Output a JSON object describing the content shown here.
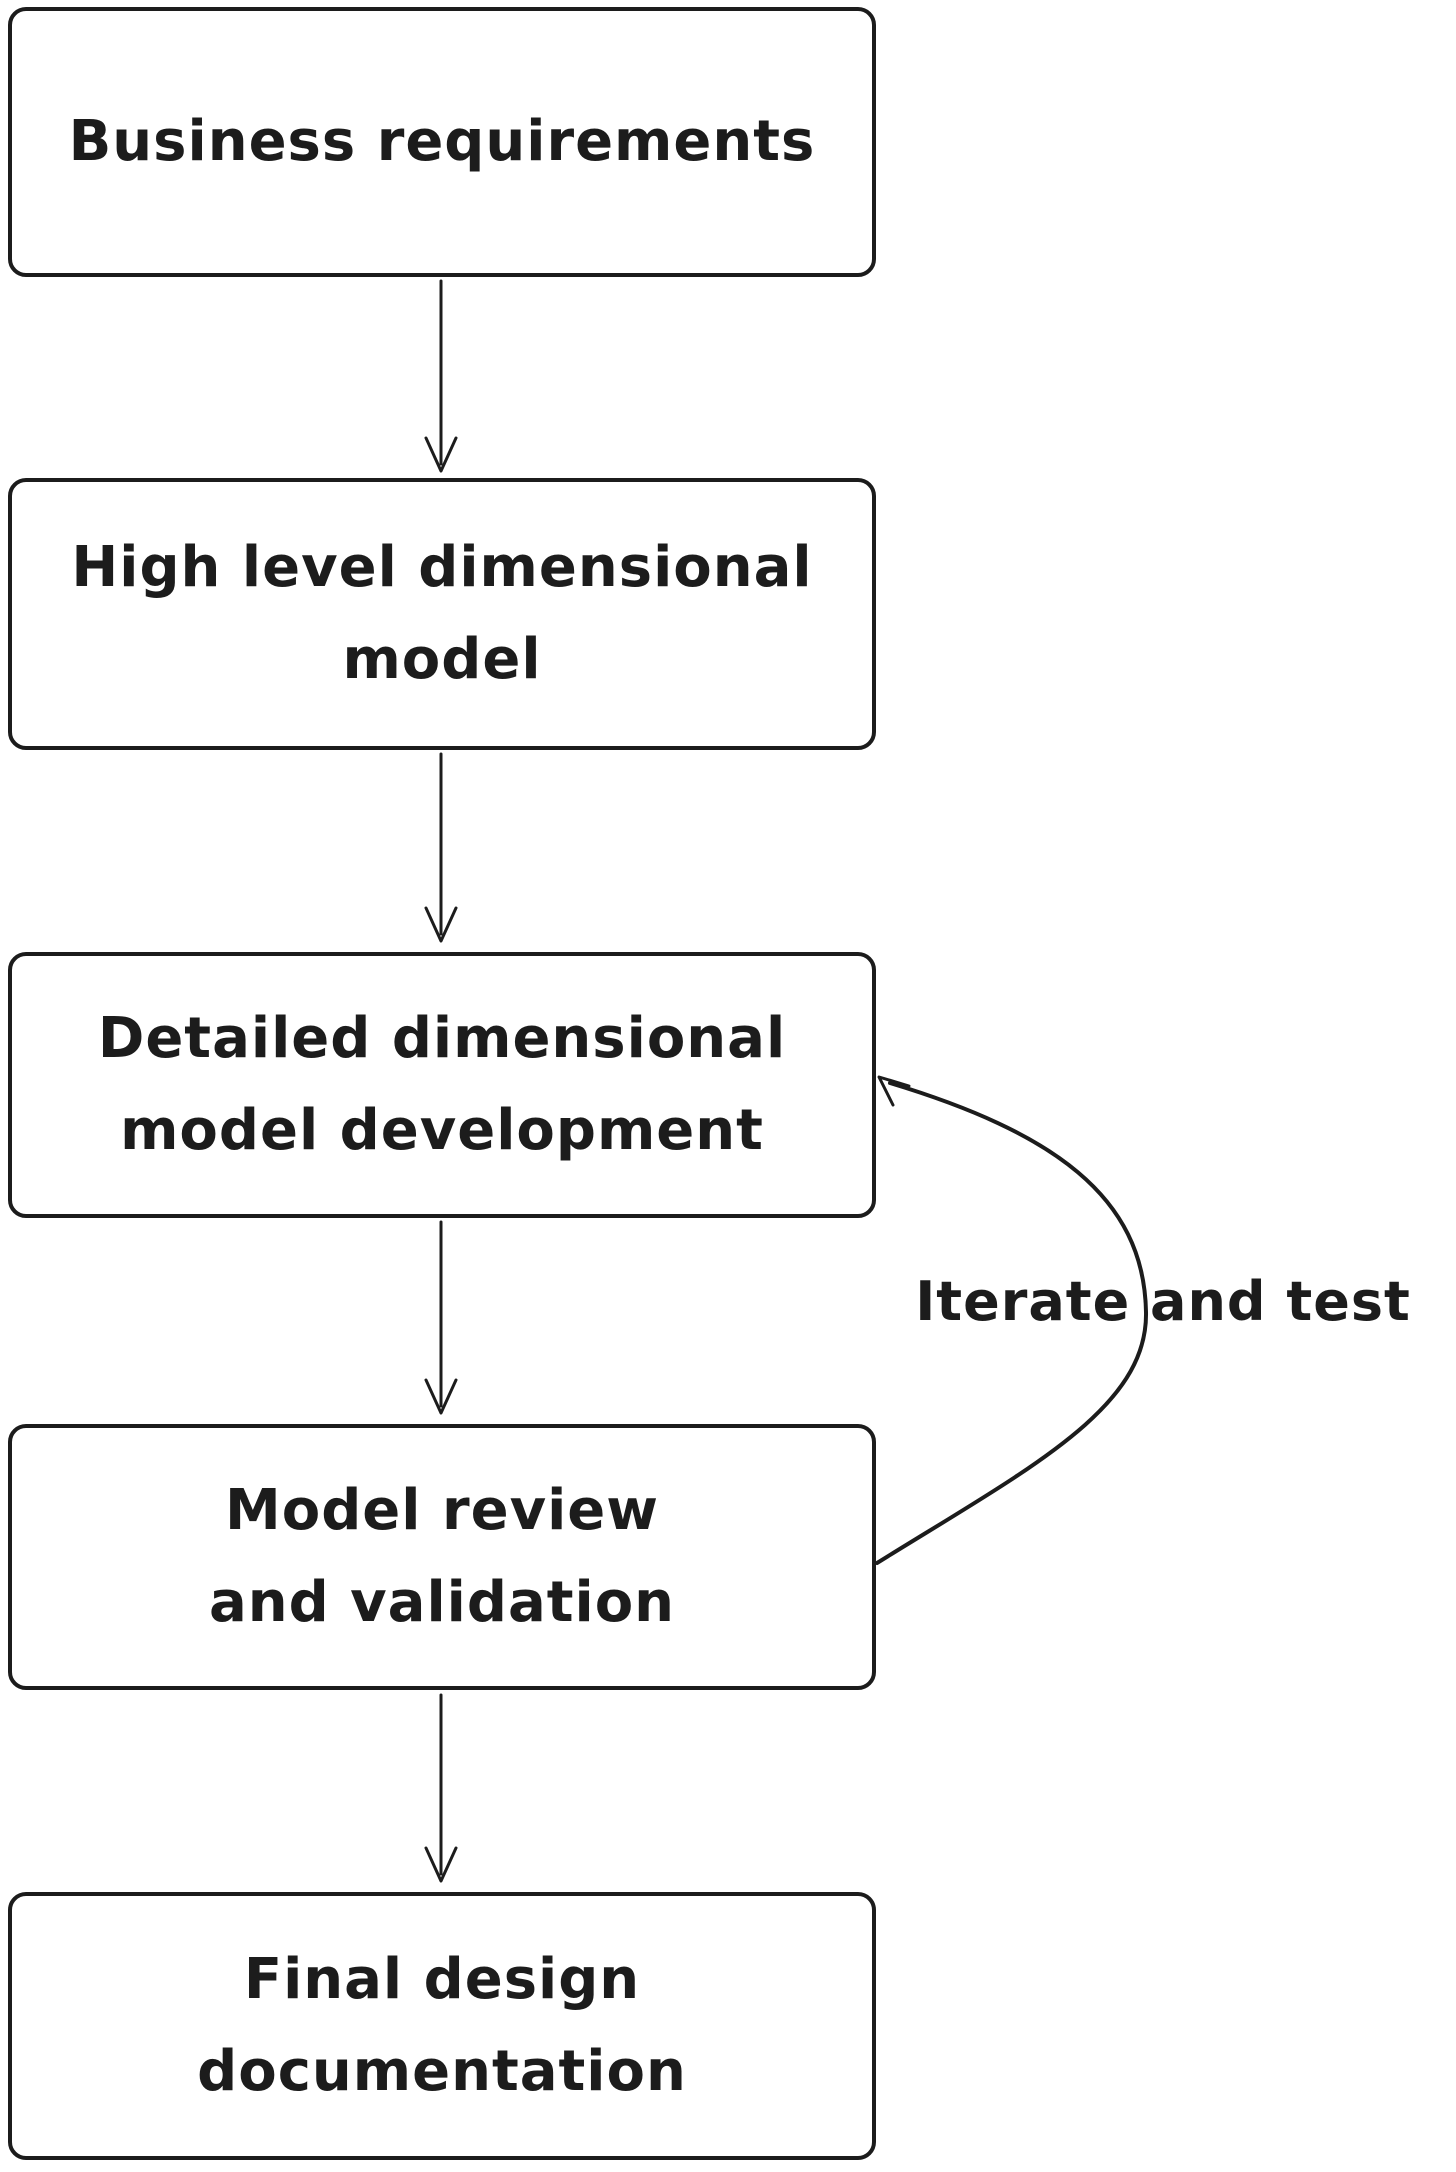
{
  "diagram": {
    "colors": {
      "background": "#ffffff",
      "stroke": "#1c1c1c"
    },
    "nodes": [
      {
        "id": "business-requirements",
        "lines": [
          "Business requirements"
        ]
      },
      {
        "id": "high-level-dimensional-model",
        "lines": [
          "High level dimensional",
          "model"
        ]
      },
      {
        "id": "detailed-dimensional-model-development",
        "lines": [
          "Detailed dimensional",
          "model development"
        ]
      },
      {
        "id": "model-review-and-validation",
        "lines": [
          "Model review",
          "and validation"
        ]
      },
      {
        "id": "final-design-documentation",
        "lines": [
          "Final design",
          "documentation"
        ]
      }
    ],
    "edges": {
      "loop_label": "Iterate and test"
    }
  }
}
